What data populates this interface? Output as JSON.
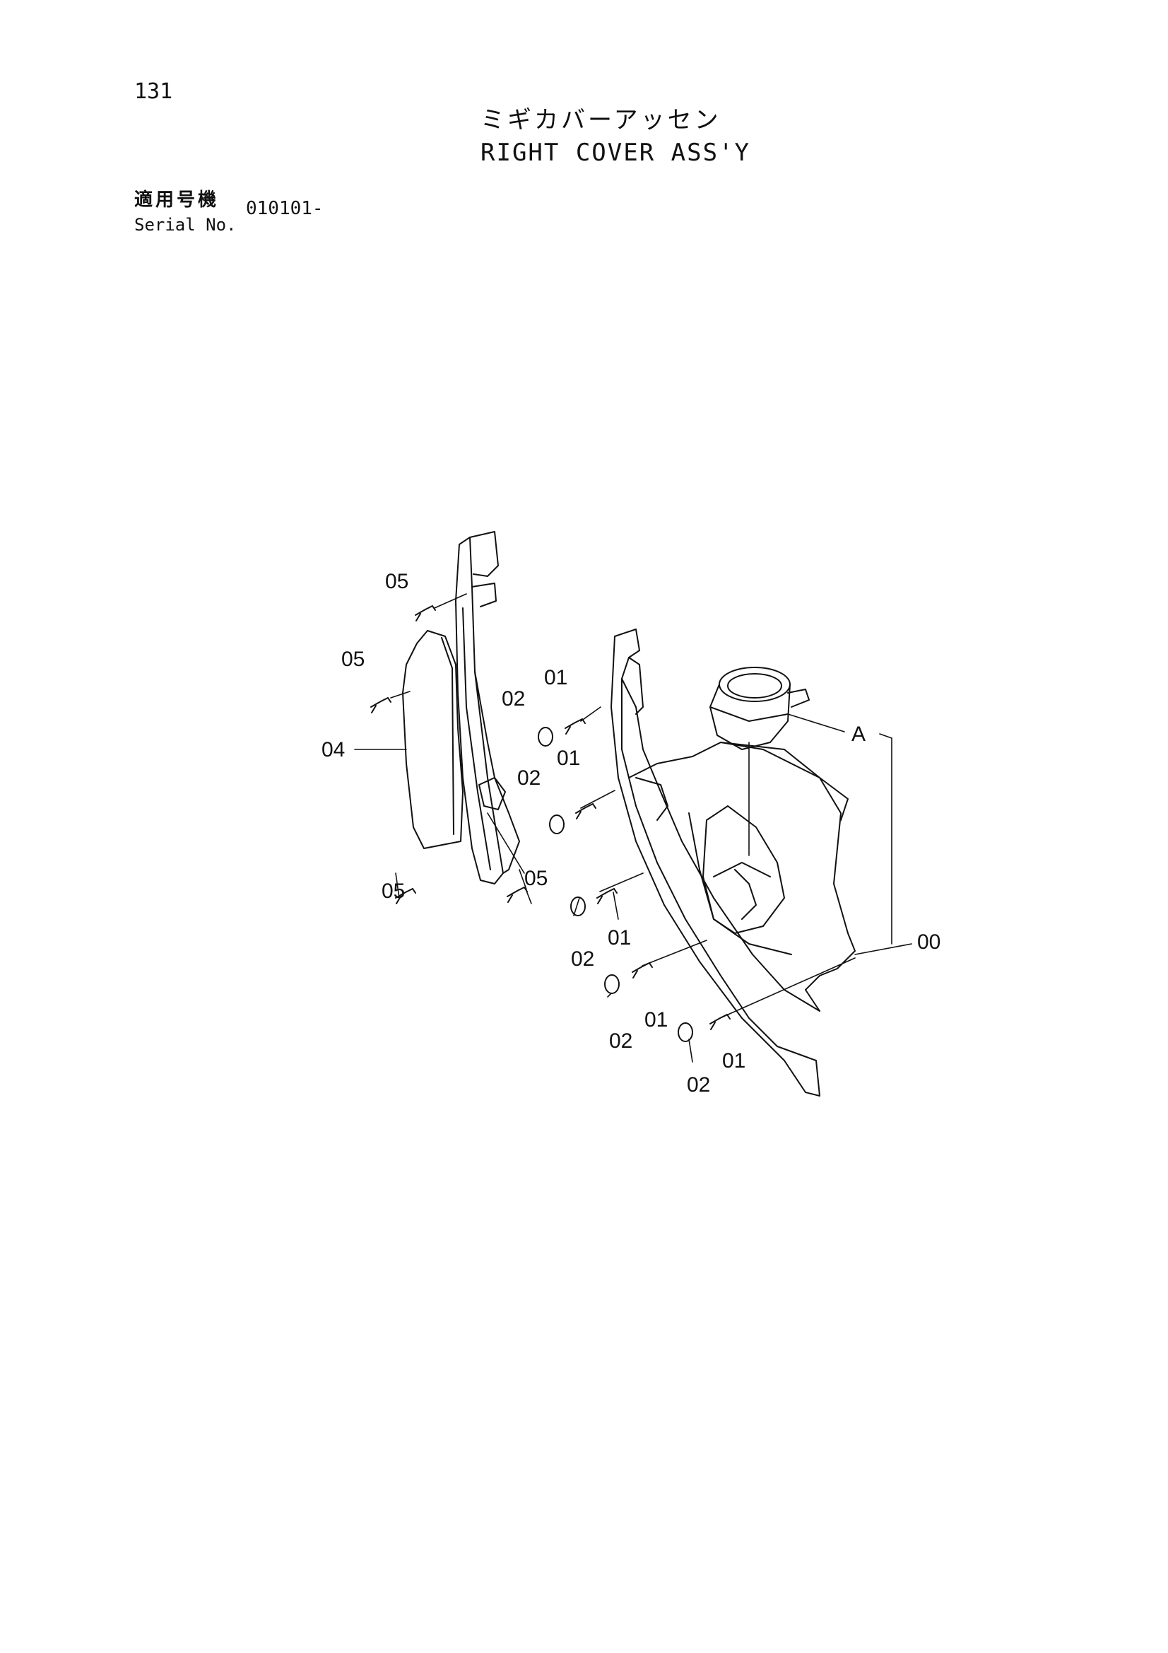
{
  "page_number": "131",
  "title": {
    "japanese": "ミギカバーアッセン",
    "english": "RIGHT COVER ASS'Y"
  },
  "serial": {
    "label_japanese": "適用号機",
    "label_english": "Serial No.",
    "value": "010101-"
  },
  "callouts": {
    "c05_top": "05",
    "c05_left": "05",
    "c04": "04",
    "c05_bottom_left": "05",
    "c05_bottom_right": "05",
    "c02_a": "02",
    "c01_a": "01",
    "c02_b": "02",
    "c01_b": "01",
    "c01_c": "01",
    "c02_c": "02",
    "c01_d": "01",
    "c02_d": "02",
    "c01_e": "01",
    "c02_e": "02",
    "cA": "A",
    "c00": "00"
  }
}
